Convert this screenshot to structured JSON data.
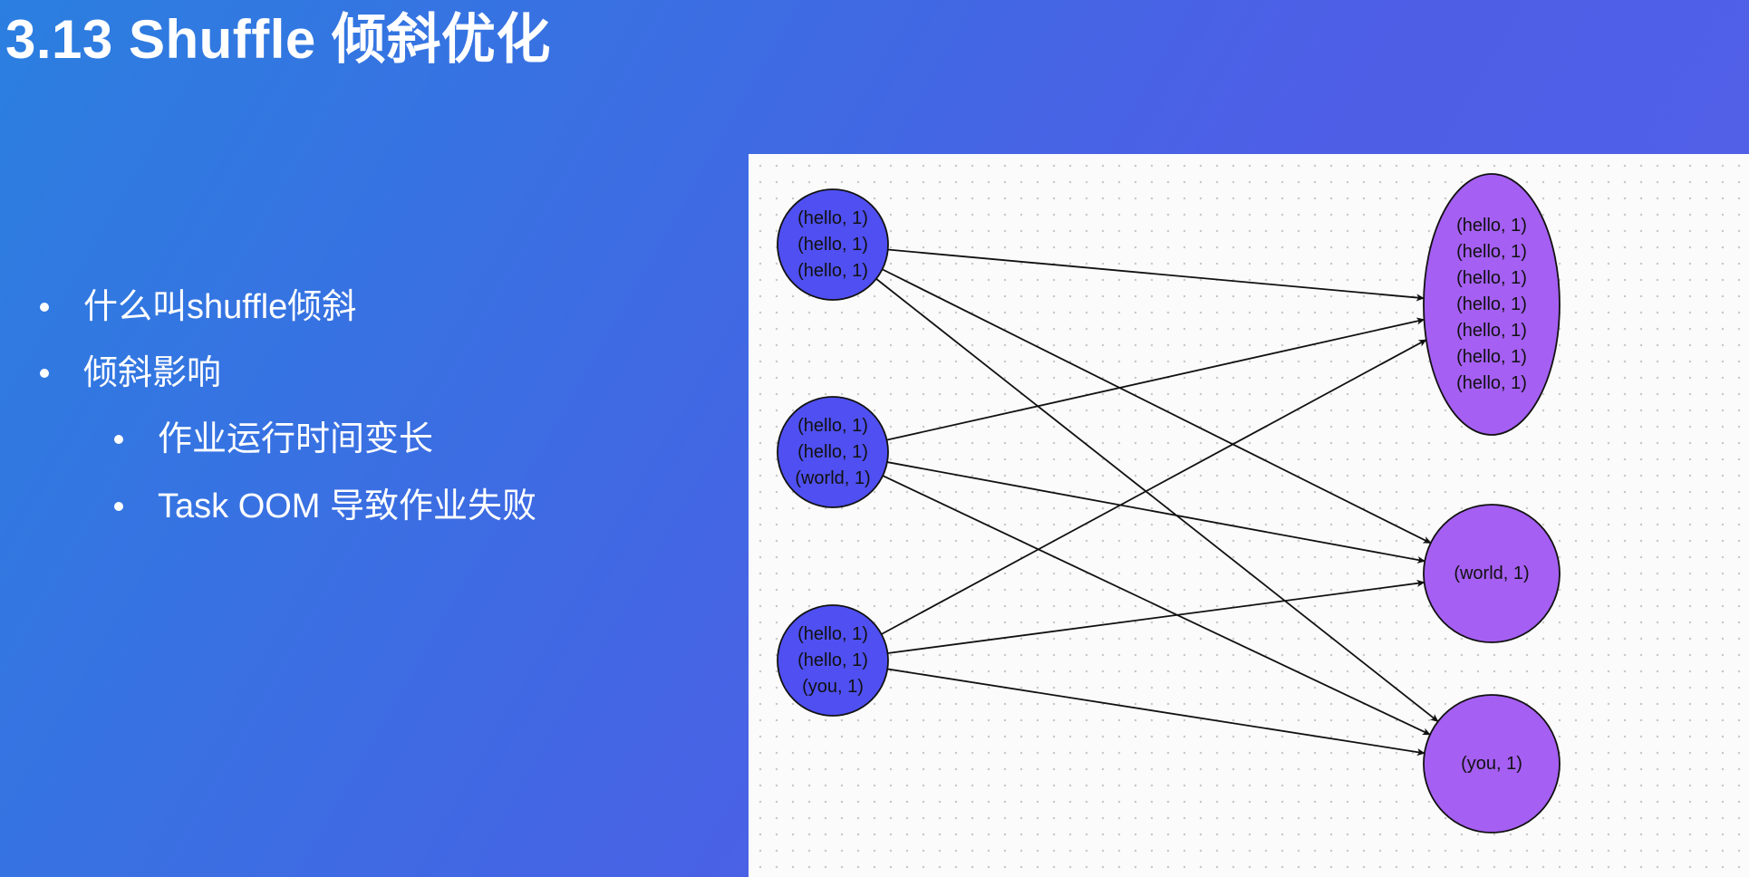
{
  "title": "3.13 Shuffle 倾斜优化",
  "bullets": [
    {
      "text": "什么叫shuffle倾斜",
      "level": 1
    },
    {
      "text": "倾斜影响",
      "level": 1
    },
    {
      "text": "作业运行时间变长",
      "level": 2
    },
    {
      "text": "Task OOM 导致作业失败",
      "level": 2
    }
  ],
  "diagram": {
    "source_color": "#4f4ff2",
    "target_color": "#a55ff2",
    "sources": [
      {
        "id": "src1",
        "lines": [
          "(hello, 1)",
          "(hello, 1)",
          "(hello, 1)"
        ]
      },
      {
        "id": "src2",
        "lines": [
          "(hello, 1)",
          "(hello, 1)",
          "(world, 1)"
        ]
      },
      {
        "id": "src3",
        "lines": [
          "(hello, 1)",
          "(hello, 1)",
          "(you, 1)"
        ]
      }
    ],
    "targets": [
      {
        "id": "tgt1",
        "lines": [
          "(hello, 1)",
          "(hello, 1)",
          "(hello, 1)",
          "(hello, 1)",
          "(hello, 1)",
          "(hello, 1)",
          "(hello, 1)"
        ]
      },
      {
        "id": "tgt2",
        "lines": [
          "(world, 1)"
        ]
      },
      {
        "id": "tgt3",
        "lines": [
          "(you, 1)"
        ]
      }
    ],
    "edges": [
      {
        "from": "src1",
        "to": "tgt1"
      },
      {
        "from": "src1",
        "to": "tgt2"
      },
      {
        "from": "src1",
        "to": "tgt3"
      },
      {
        "from": "src2",
        "to": "tgt1"
      },
      {
        "from": "src2",
        "to": "tgt2"
      },
      {
        "from": "src2",
        "to": "tgt3"
      },
      {
        "from": "src3",
        "to": "tgt1"
      },
      {
        "from": "src3",
        "to": "tgt2"
      },
      {
        "from": "src3",
        "to": "tgt3"
      }
    ]
  }
}
